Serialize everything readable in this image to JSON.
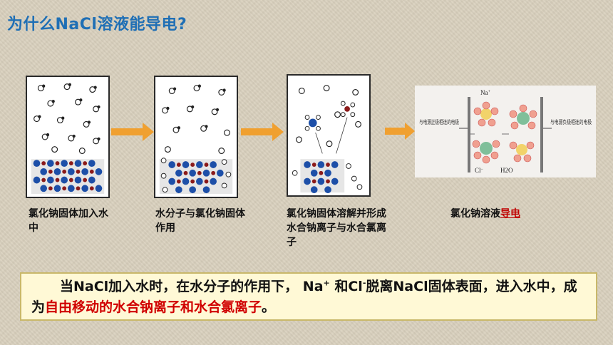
{
  "title": "为什么NaCl溶液能导电?",
  "captions": {
    "step1": "氯化钠固体加入水中",
    "step2": "水分子与氯化钠固体作用",
    "step3": "氯化钠固体溶解并形成水合钠离子与水合氯离子",
    "step4_prefix": "氯化钠溶液",
    "step4_highlight": "导电"
  },
  "diagram_labels": {
    "na_ion": "Na",
    "na_charge": "+",
    "cl_ion": "Cl",
    "cl_charge": "−",
    "water": "H2O",
    "left_electrode": "与电源正极相连的电极",
    "right_electrode": "与电源负极相连的电极"
  },
  "summary": {
    "part1": "当NaCl加入水时，在水分子的作用下， Na",
    "na_sup": "+",
    "part2": " 和Cl",
    "cl_sup": "-",
    "part3": "脱离NaCl固体表面，进入水中，成为",
    "highlight": "自由移动的水合钠离子和水合氯离子",
    "end": "。"
  },
  "colors": {
    "title": "#1f6fb5",
    "arrow": "#f0a030",
    "highlight": "#d00000",
    "summary_bg": "#fff9d6"
  }
}
